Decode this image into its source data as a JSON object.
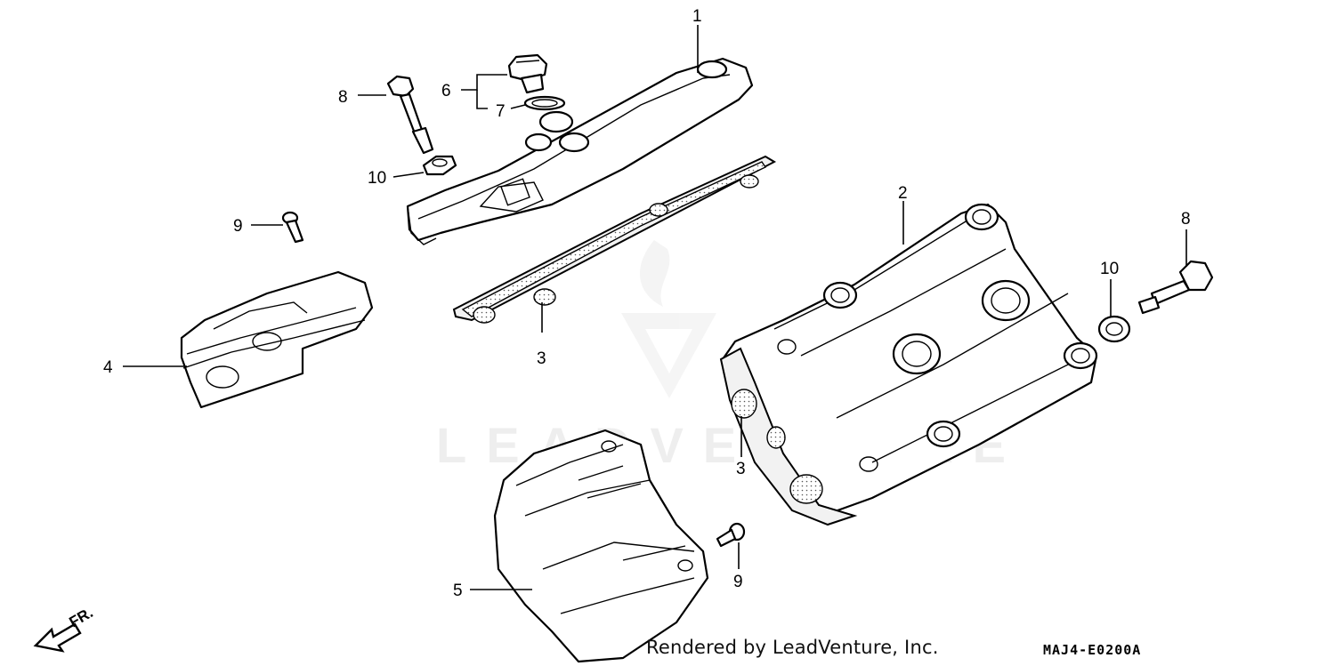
{
  "watermark": {
    "text": "LEADVENTURE"
  },
  "callouts": {
    "c1": "1",
    "c2": "2",
    "c3a": "3",
    "c3b": "3",
    "c4": "4",
    "c5": "5",
    "c6": "6",
    "c7": "7",
    "c8a": "8",
    "c8b": "8",
    "c9a": "9",
    "c9b": "9",
    "c10a": "10",
    "c10b": "10"
  },
  "direction": {
    "label": "FR."
  },
  "footer": {
    "credit": "Rendered by LeadVenture, Inc.",
    "diagram_code": "MAJ4-E0200A"
  }
}
